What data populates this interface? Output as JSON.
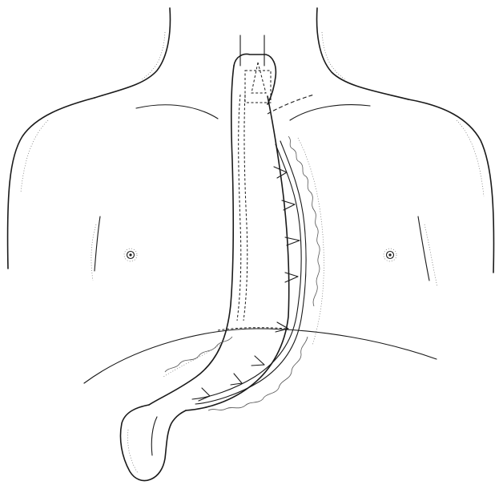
{
  "figure": {
    "type": "anatomical line illustration",
    "colors": {
      "ink": "#1a1a1a",
      "background": "#ffffff",
      "shading": "#6b6b6b"
    },
    "parts": [
      "neck-outline",
      "shoulder-outline",
      "clavicle-line",
      "nipple",
      "diaphragm-line",
      "gastric-conduit",
      "anastomosis",
      "gastroepiploic-vessel",
      "omentum",
      "duodenum"
    ]
  }
}
